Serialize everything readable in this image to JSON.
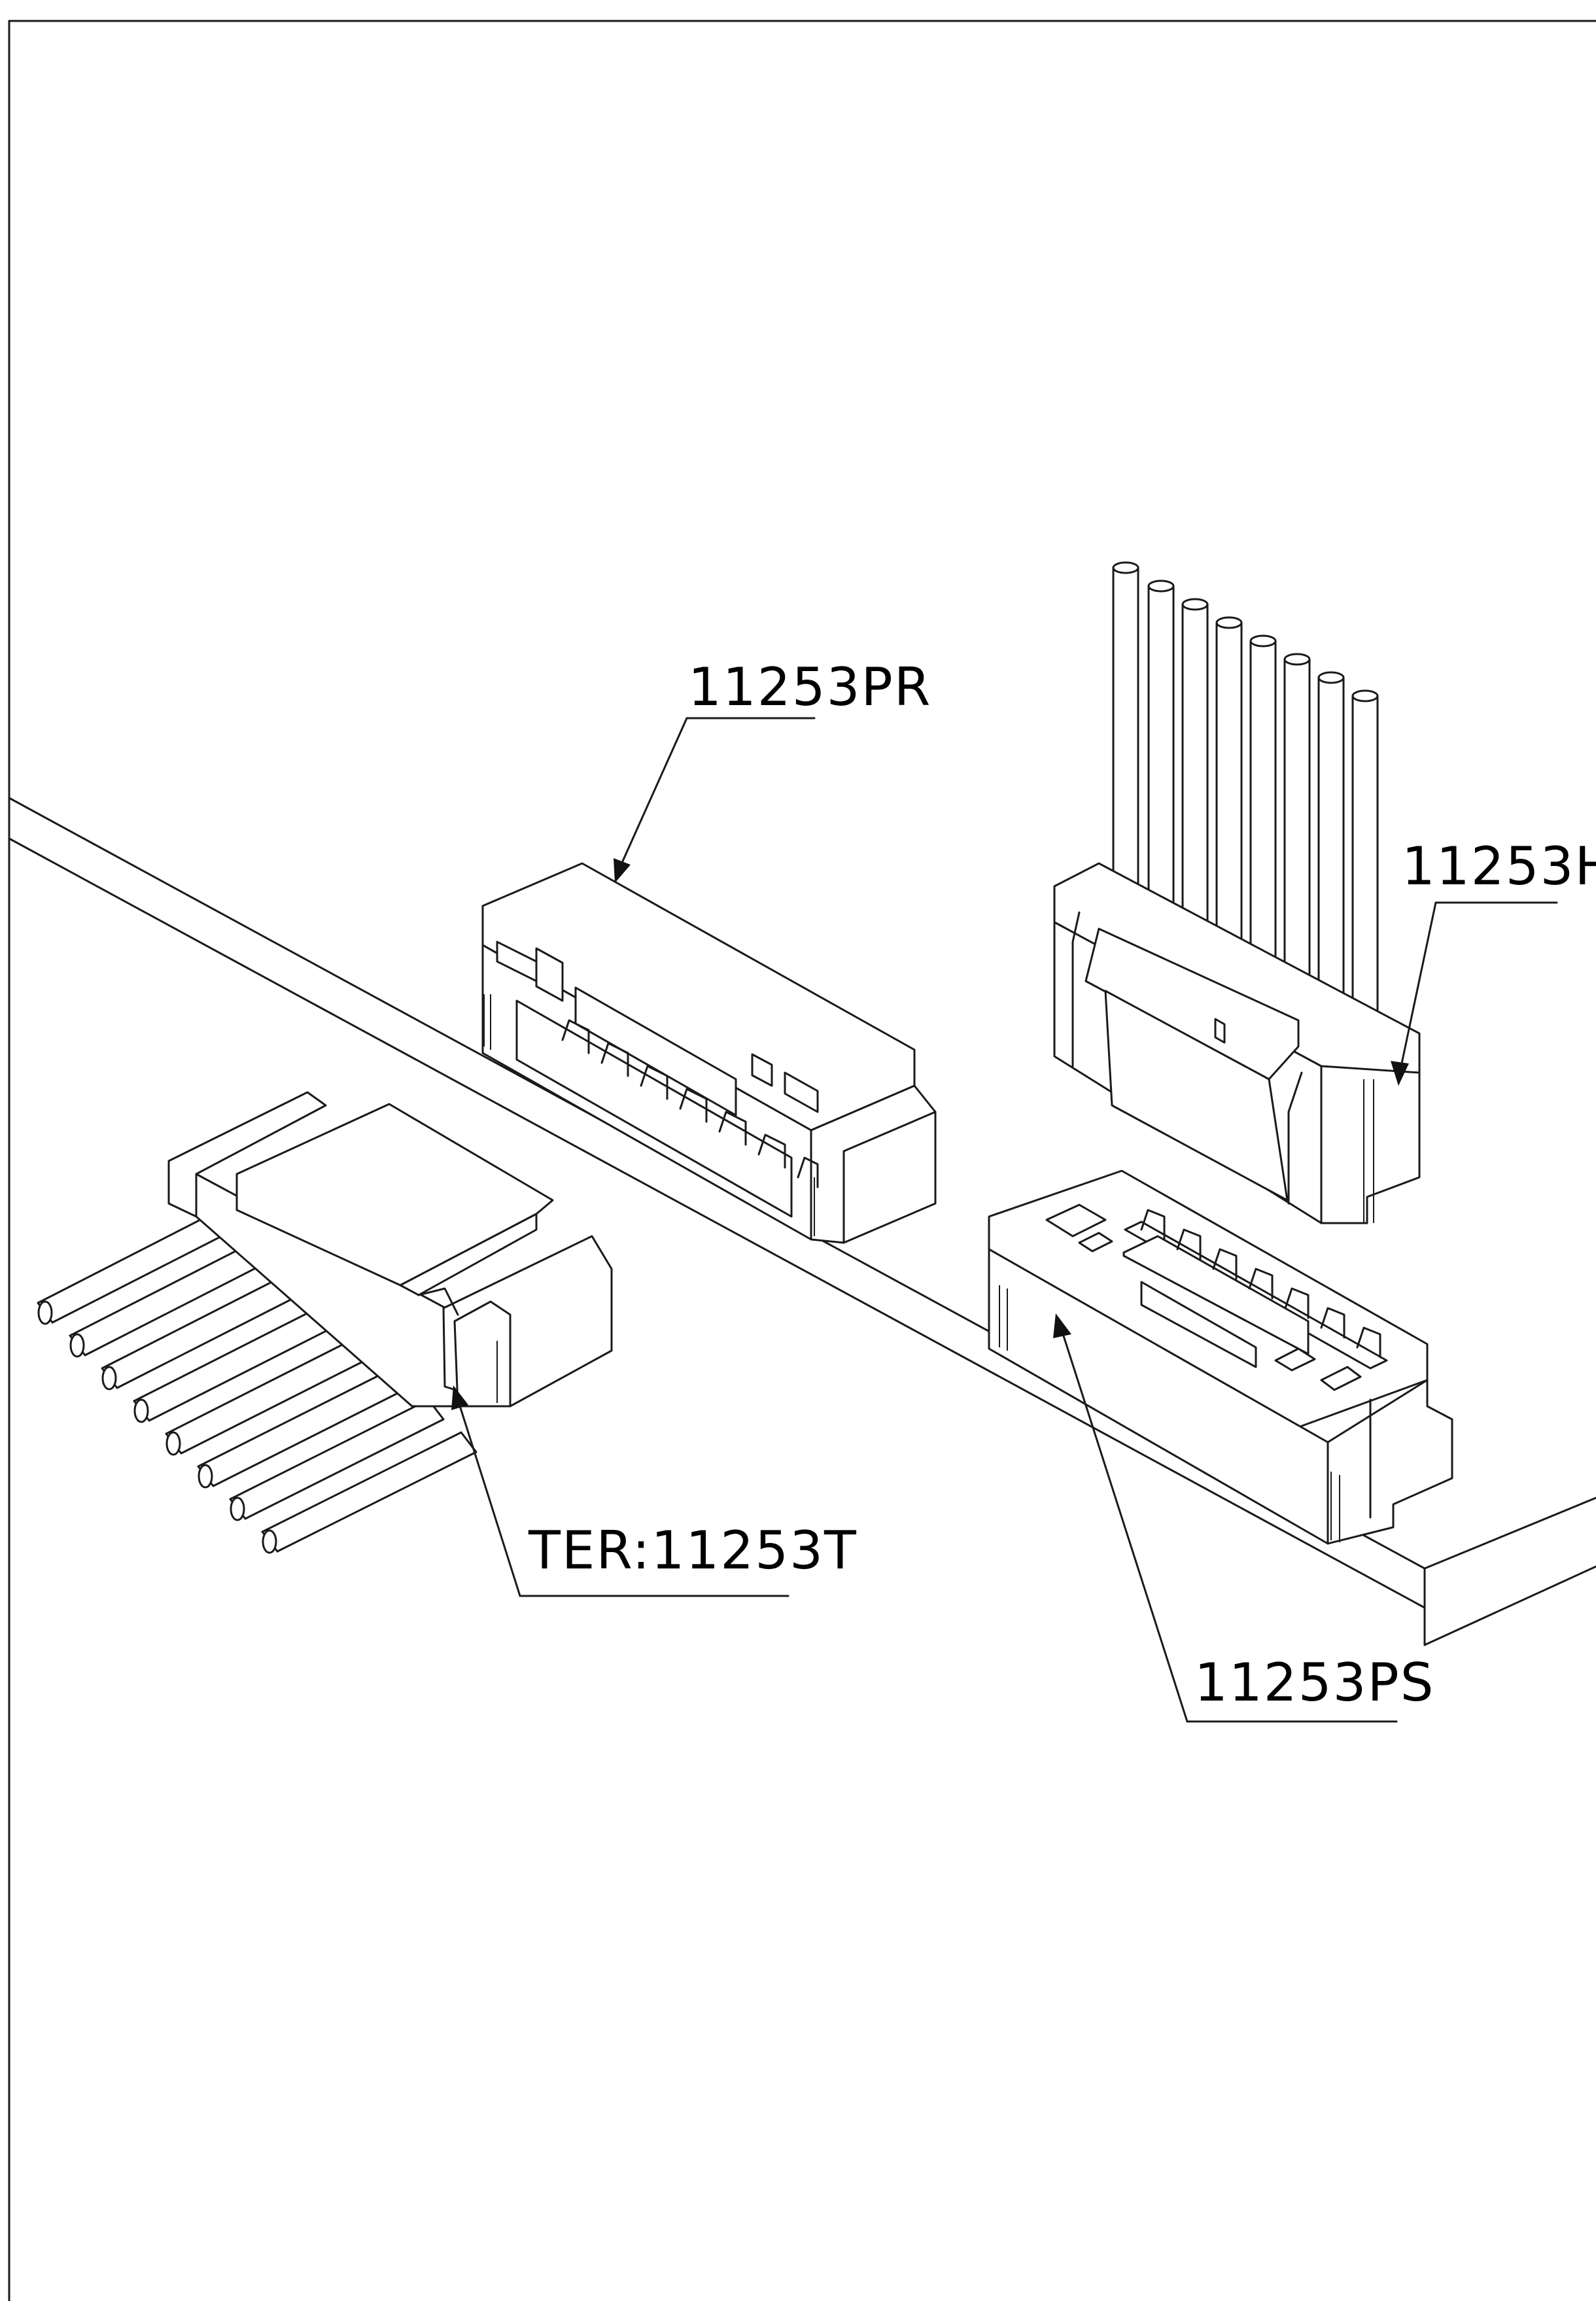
{
  "callouts": {
    "pr": "11253PR",
    "h": "11253H",
    "ter": "TER:11253T",
    "ps": "11253PS"
  },
  "colors": {
    "ink": "#1a1a1a",
    "background": "#ffffff"
  }
}
